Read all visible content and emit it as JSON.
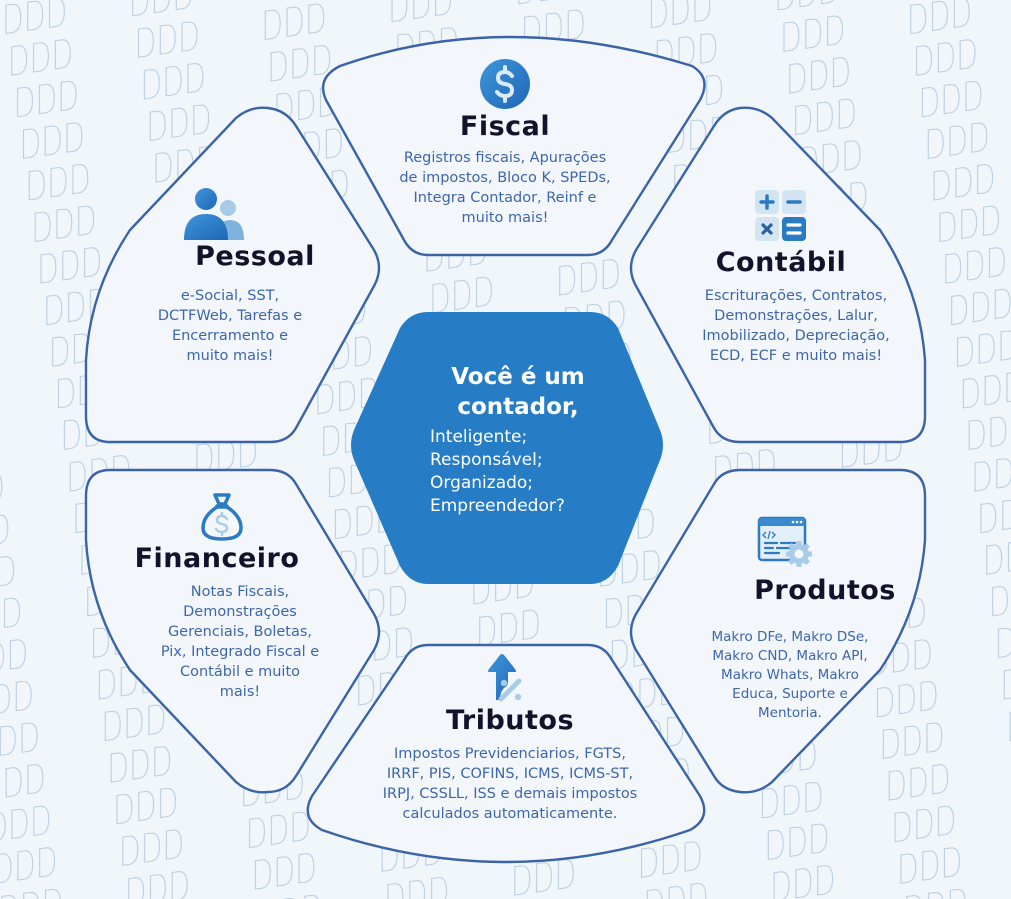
{
  "colors": {
    "background": "#f1f6fa",
    "pattern_stroke": "#b9cde0",
    "panel_fill": "#f3f7fb",
    "panel_stroke": "#3a63a8",
    "center_fill": "#267dc6",
    "title_text": "#12132b",
    "body_text": "#3d66ab"
  },
  "background_pattern": {
    "glyph": "DDD",
    "style": "outlined, rotated, repeated"
  },
  "center": {
    "headline": "Você é um contador,",
    "traits": [
      "Inteligente;",
      "Responsável;",
      "Organizado;",
      "Empreendedor?"
    ]
  },
  "panels": [
    {
      "id": "fiscal",
      "icon": "dollar-coin-icon",
      "title": "Fiscal",
      "lines": [
        "Registros fiscais, Apurações",
        "de impostos, Bloco K, SPEDs,",
        "Integra Contador, Reinf e",
        "muito mais!"
      ]
    },
    {
      "id": "pessoal",
      "icon": "users-icon",
      "title": "Pessoal",
      "lines": [
        "e-Social, SST,",
        "DCTFWeb, Tarefas e",
        "Encerramento e",
        "muito mais!"
      ]
    },
    {
      "id": "contabil",
      "icon": "calculator-icon",
      "title": "Contábil",
      "lines": [
        "Escriturações, Contratos,",
        "Demonstrações, Lalur,",
        "Imobilizado, Depreciação,",
        "ECD, ECF e muito mais!"
      ]
    },
    {
      "id": "financeiro",
      "icon": "money-bag-icon",
      "title": "Financeiro",
      "lines": [
        "Notas Fiscais,",
        "Demonstrações",
        "Gerenciais, Boletas,",
        "Pix, Integrado Fiscal e",
        "Contábil e muito",
        "mais!"
      ]
    },
    {
      "id": "produtos",
      "icon": "code-window-gear-icon",
      "title": "Produtos",
      "lines": [
        "Makro DFe, Makro DSe,",
        "Makro CND, Makro API,",
        "Makro Whats, Makro",
        "Educa, Suporte e",
        "Mentoria."
      ]
    },
    {
      "id": "tributos",
      "icon": "arrow-up-percent-icon",
      "title": "Tributos",
      "lines": [
        "Impostos Previdenciarios, FGTS,",
        "IRRF, PIS, COFINS, ICMS, ICMS-ST,",
        "IRPJ, CSSLL, ISS e demais impostos",
        "calculados automaticamente."
      ]
    }
  ]
}
